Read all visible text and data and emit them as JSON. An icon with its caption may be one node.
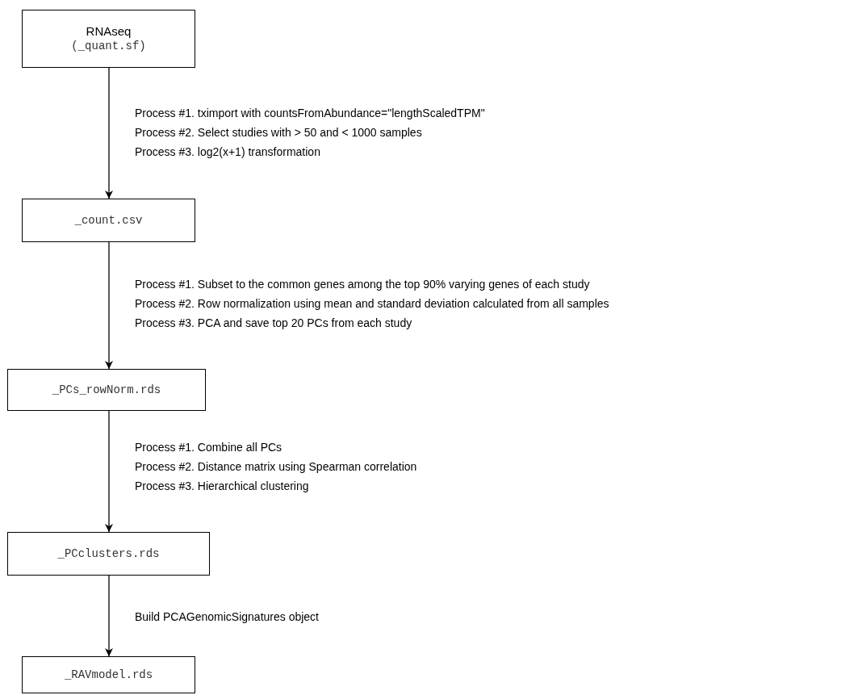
{
  "diagram": {
    "nodes": [
      {
        "text": [
          "RNAseq",
          "(_quant.sf)"
        ]
      },
      {
        "text": [
          "_count.csv"
        ]
      },
      {
        "text": [
          "_PCs_rowNorm.rds"
        ]
      },
      {
        "text": [
          "_PCclusters.rds"
        ]
      },
      {
        "text": [
          "_RAVmodel.rds"
        ]
      }
    ],
    "edges": [
      {
        "from": 0,
        "to": 1,
        "arrow": "to"
      },
      {
        "from": 1,
        "to": 2,
        "arrow": "to"
      },
      {
        "from": 2,
        "to": 3,
        "arrow": "to"
      },
      {
        "from": 3,
        "to": 4,
        "arrow": "to"
      }
    ],
    "labels": [
      "Process #1. tximport with countsFromAbundance=\"lengthScaledTPM\"",
      "Process #2. Select studies with > 50 and < 1000 samples",
      "Process #3. log2(x+1) transformation",
      "Process #1. Subset to the common genes among the top 90% varying genes of each study",
      "Process #2. Row normalization using mean and standard deviation calculated from all samples",
      "Process #3. PCA and save top 20 PCs from each study",
      "Process #1. Combine all PCs",
      "Process #2. Distance matrix using Spearman correlation",
      "Process #3. Hierarchical clustering",
      "Build PCAGenomicSignatures object"
    ]
  }
}
